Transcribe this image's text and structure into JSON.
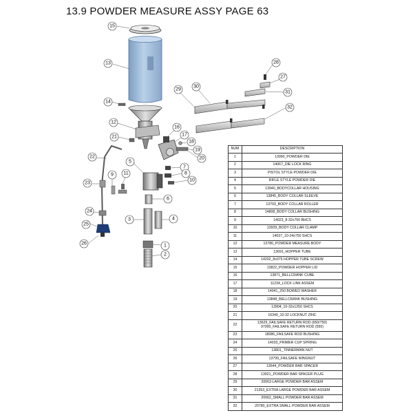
{
  "page": {
    "title": "13.9 POWDER MEASURE ASSY PAGE 63"
  },
  "diagram": {
    "callouts": [
      "15",
      "13",
      "28",
      "14",
      "27",
      "29",
      "30",
      "31",
      "12",
      "32",
      "16",
      "21",
      "17",
      "18",
      "19",
      "22",
      "20",
      "5",
      "7",
      "8",
      "9",
      "11",
      "10",
      "6",
      "23",
      "3",
      "4",
      "24",
      "1",
      "25",
      "2",
      "26"
    ]
  },
  "parts_table": {
    "headers": {
      "num": "NUM",
      "description": "DESCRIPTION"
    },
    "rows": [
      {
        "num": "1",
        "desc": "13990_POWDER DIE"
      },
      {
        "num": "2",
        "desc": "14067_DIE LOCK RING"
      },
      {
        "num": "3",
        "desc": "PISTOL STYLE POWDER DIE"
      },
      {
        "num": "4",
        "desc": "RIFLE STYLE POWDER DIE"
      },
      {
        "num": "5",
        "desc": "13940_BODYCOLLAR HOUSING"
      },
      {
        "num": "6",
        "desc": "13845_BODY COLLAR SLEEVE"
      },
      {
        "num": "7",
        "desc": "13793_BODY COLLAR ROLLER"
      },
      {
        "num": "8",
        "desc": "14808_BODY COLLAR BUSHING"
      },
      {
        "num": "9",
        "desc": "14023_8-32x750 BHCS"
      },
      {
        "num": "10",
        "desc": "13939_BODY COLLAR CLAMP"
      },
      {
        "num": "11",
        "desc": "14037_10-24x750 SHCS"
      },
      {
        "num": "12",
        "desc": "13780_POWDER MEASURE BODY"
      },
      {
        "num": "13",
        "desc": "13691_HOPPER TUBE"
      },
      {
        "num": "14",
        "desc": "14202_8x375 HOPPER TUBE SCREW"
      },
      {
        "num": "15",
        "desc": "13822_POWDER HOPPER LID"
      },
      {
        "num": "16",
        "desc": "13871_BELLCRANK CUBE"
      },
      {
        "num": "17",
        "desc": "11234_LOCK LINK ASSEM"
      },
      {
        "num": "18",
        "desc": "14041_250 BOWED WASHER"
      },
      {
        "num": "19",
        "desc": "13848_BELLCRANK BUSHING"
      },
      {
        "num": "20",
        "desc": "13904_10-32x1250 SHCS"
      },
      {
        "num": "21",
        "desc": "16340_10-32 LOCKNUT ZINC"
      },
      {
        "num": "22",
        "desc": "13629_FAILSAFE RETURN ROD (650/750)",
        "desc2": "97000_FAILSAFE RETURN ROD (550)"
      },
      {
        "num": "23",
        "desc": "18086_FAILSAFE ROD BUSHING"
      },
      {
        "num": "24",
        "desc": "14033_PRIMER CUP SPRING"
      },
      {
        "num": "25",
        "desc": "13801_TINNERMAN NUT"
      },
      {
        "num": "26",
        "desc": "13799_FAILSAFE WINGNUT"
      },
      {
        "num": "27",
        "desc": "13644_POWDER BAR SPACER"
      },
      {
        "num": "28",
        "desc": "13921_POWDER BAR SPACER PLUG"
      },
      {
        "num": "29",
        "desc": "20063-LARGE POWDER BAR ASSEM"
      },
      {
        "num": "30",
        "desc": "21353_EXTRA LARGE POWDER BAR ASSEM"
      },
      {
        "num": "31",
        "desc": "20062_SMALL POWDER BAR ASSEM"
      },
      {
        "num": "32",
        "desc": "20780_EXTRA SMALL POWDER BAR ASSEM"
      }
    ]
  },
  "colors": {
    "hopper_tube": "#a9c3df",
    "hopper_tube_edge": "#6f8fb3",
    "metal_light": "#d9d9d9",
    "metal_mid": "#9a9a9a",
    "metal_dark": "#4a4a4a",
    "accent_blue": "#1e3c78"
  }
}
